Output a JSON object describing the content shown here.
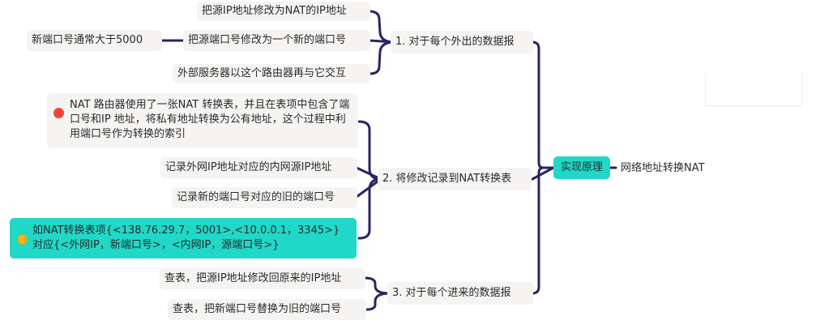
{
  "root": {
    "label": "网络地址转换NAT"
  },
  "principle": {
    "label": "实现原理"
  },
  "branches": [
    {
      "label": "1. 对于每个外出的数据报",
      "children": [
        {
          "label": "把源IP地址修改为NAT的IP地址"
        },
        {
          "label": "把源端口号修改为一个新的端口号",
          "note": "新端口号通常大于5000"
        },
        {
          "label": "外部服务器以这个路由器再与它交互"
        }
      ]
    },
    {
      "label": "2. 将修改记录到NAT转换表",
      "children": [
        {
          "label": "NAT 路由器使用了一张NAT 转换表，并且在表项中包含了端口号和IP 地址，将私有地址转换为公有地址，这个过程中利用端口号作为转换的索引",
          "marker": "red"
        },
        {
          "label": "记录外网IP地址对应的内网源IP地址"
        },
        {
          "label": "记录新的端口号对应的旧的端口号"
        },
        {
          "label": "如NAT转换表项{<138.76.29.7，5001>,<10.0.0.1，3345>}对应{<外网IP，新端口号>，<内网IP，源端口号>}",
          "marker": "yellow"
        }
      ]
    },
    {
      "label": "3. 对于每个进来的数据报",
      "children": [
        {
          "label": "查表，把源IP地址修改回原来的IP地址"
        },
        {
          "label": "查表，把新端口号替换为旧的端口号"
        }
      ]
    }
  ],
  "colors": {
    "connector": "#2b2462",
    "highlight": "#21d8c8",
    "node_bg": "#f5f4f3",
    "marker_red": "#f0473d",
    "marker_yellow": "#f2b81b"
  }
}
